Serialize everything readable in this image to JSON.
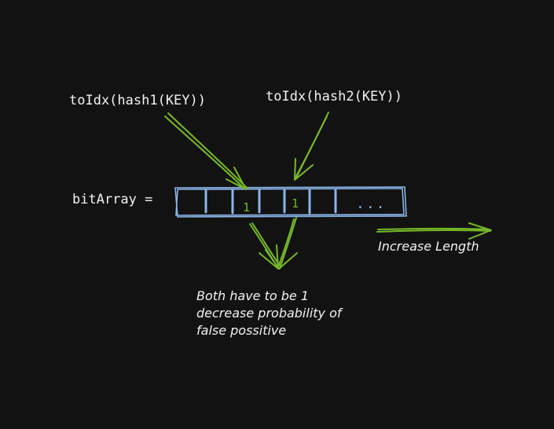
{
  "labels": {
    "hash1": "toIdx(hash1(KEY))",
    "hash2": "toIdx(hash2(KEY))",
    "bit_array": "bitArray =",
    "increase_length": "Increase Length"
  },
  "bit_array": {
    "set_bit_value": "1",
    "ellipsis": "..."
  },
  "note": {
    "lines": [
      "Both have to be 1",
      "decrease probability of",
      "false possitive"
    ]
  },
  "colors": {
    "background": "#121212",
    "text": "#f2f2f2",
    "array_stroke": "#8ab4e8",
    "arrow": "#76b82a"
  }
}
